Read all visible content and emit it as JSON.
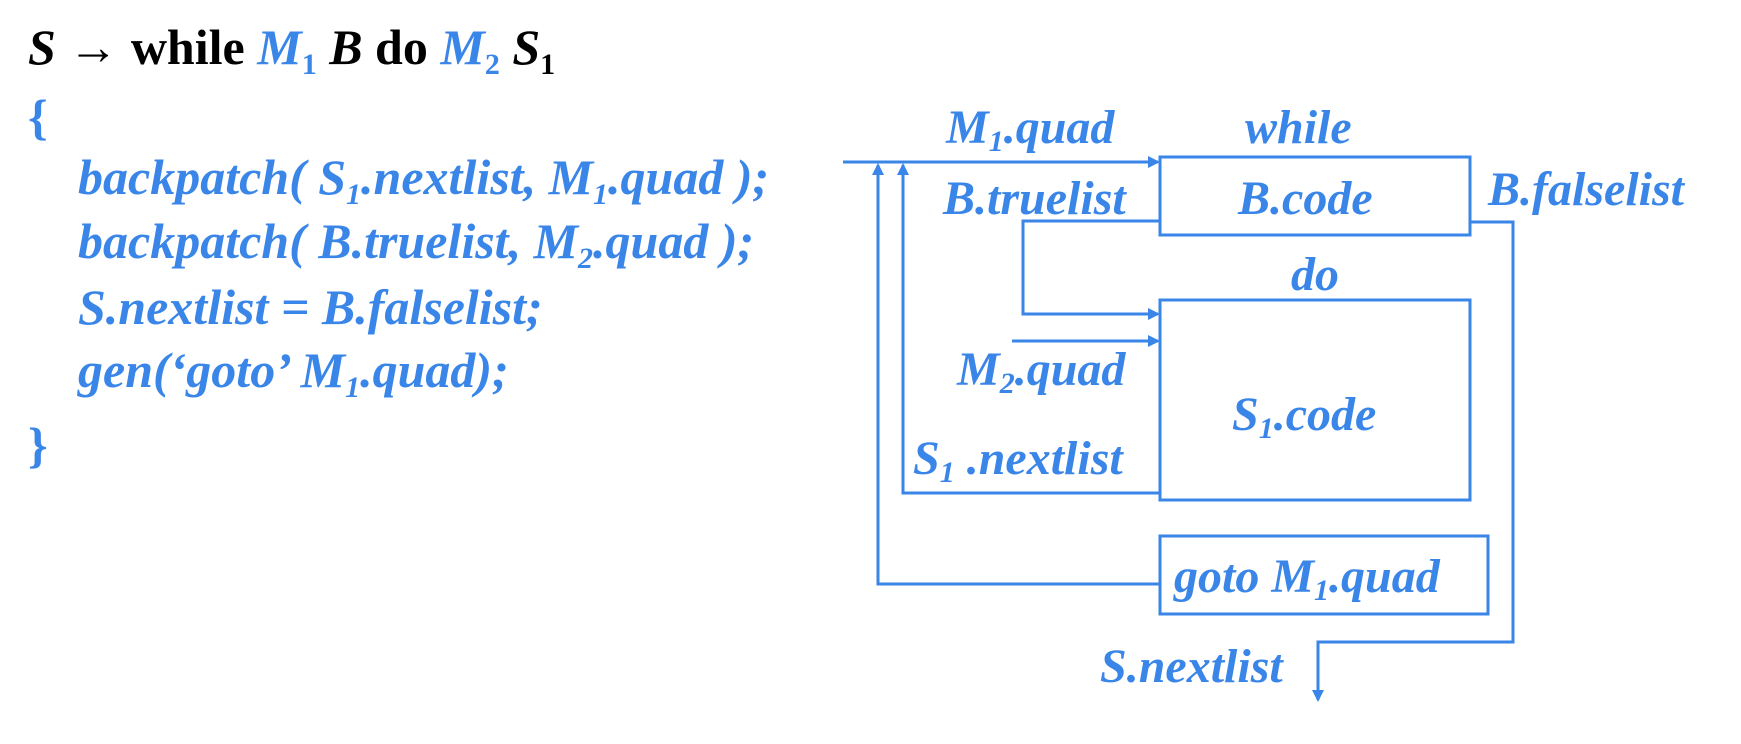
{
  "production": {
    "lhs": "S",
    "arrow": "→",
    "kw_while": "while",
    "m1": "M",
    "m1_sub": "1",
    "b": "B",
    "kw_do": "do",
    "m2": "M",
    "m2_sub": "2",
    "s": "S",
    "s_sub": "1"
  },
  "actions": {
    "open_brace": "{",
    "close_brace": "}",
    "line1": {
      "fn": "backpatch(",
      "a": "S",
      "a_sub": "1",
      "a_rest": ".nextlist",
      "comma": ",",
      "b": "M",
      "b_sub": "1",
      "b_rest": ".quad",
      "end": ");"
    },
    "line2": {
      "fn": "backpatch(",
      "a": "B.truelist",
      "comma": ",",
      "b": "M",
      "b_sub": "2",
      "b_rest": ".quad",
      "end": ");"
    },
    "line3": {
      "lhs": "S.nextlist",
      "eq": " = ",
      "rhs": "B.falselist",
      "end": ";"
    },
    "line4": {
      "fn": "gen",
      "open": "(",
      "str": "‘goto’",
      "arg": "M",
      "arg_sub": "1",
      "arg_rest": ".quad",
      "end": ");"
    }
  },
  "diagram": {
    "m1_quad": {
      "a": "M",
      "sub": "1",
      "b": ".quad"
    },
    "while_label": "while",
    "b_truelist": "B.truelist",
    "b_code": "B.code",
    "b_falselist": "B.falselist",
    "do_label": "do",
    "m2_quad": {
      "a": "M",
      "sub": "2",
      "b": ".quad"
    },
    "s1_code": {
      "a": "S",
      "sub": "1",
      "b": ".code"
    },
    "s1_nextlist": {
      "a": "S",
      "sub": "1",
      "b": " .nextlist"
    },
    "goto_box": {
      "a": "goto M",
      "sub": "1",
      "b": ".quad"
    },
    "s_nextlist": "S.nextlist",
    "color": "#3a86e8"
  }
}
